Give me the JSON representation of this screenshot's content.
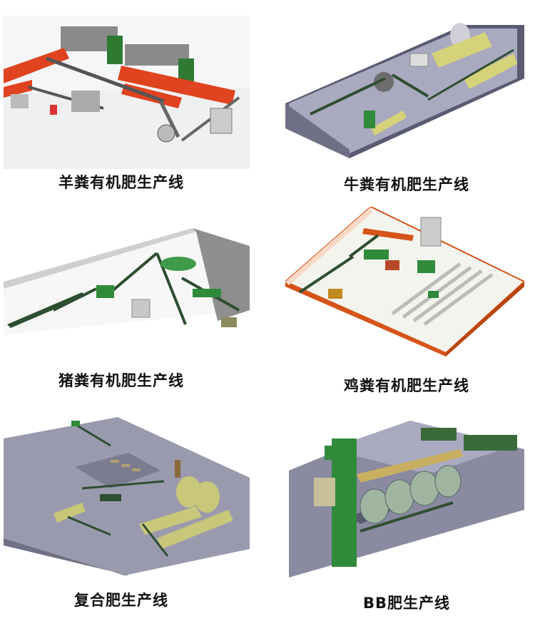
{
  "items": [
    {
      "caption": "羊粪有机肥生产线"
    },
    {
      "caption": "牛粪有机肥生产线"
    },
    {
      "caption": "猪粪有机肥生产线"
    },
    {
      "caption": "鸡粪有机肥生产线"
    },
    {
      "caption": "复合肥生产线"
    },
    {
      "caption": "BB肥生产线"
    }
  ],
  "colors": {
    "floor": "#9a9aae",
    "wall": "#7c7c90",
    "conveyor": "#3b5a3c",
    "dryer_red": "#e0431f",
    "dryer_yellow": "#d8d27a",
    "machine_green": "#2f8a3a",
    "orange_edge": "#d5541a"
  }
}
